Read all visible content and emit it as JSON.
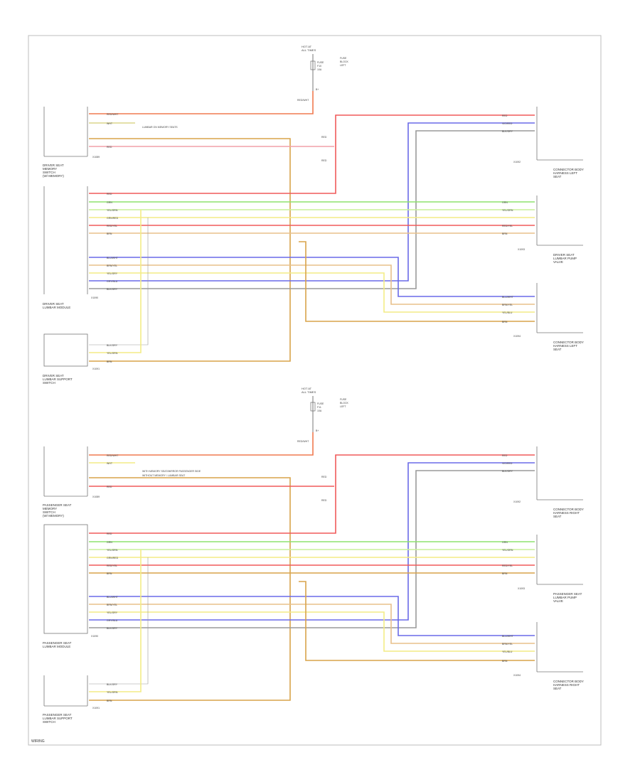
{
  "footer": "WIRING",
  "colors": {
    "red": "#f05a5a",
    "pink": "#f2a0a8",
    "green": "#8de26e",
    "light_green": "#c8f09a",
    "yellow": "#f3ec86",
    "tan": "#e8c08a",
    "orange_brown": "#d9a34a",
    "blue": "#6a6ae8",
    "light_blue": "#b0b6f2",
    "gray": "#9a9a9a",
    "black": "#333333"
  },
  "power": {
    "top": {
      "label_1": "HOT AT",
      "label_2": "ALL TIMES",
      "fuse_1": "FUSE",
      "fuse_2": "F10",
      "fuse_3": "10A",
      "note_1": "FUSE",
      "note_2": "BLOCK",
      "note_3": "LEFT",
      "bus": "B+",
      "wire": "RED/WHT"
    },
    "bottom": {
      "label_1": "HOT AT",
      "label_2": "ALL TIMES",
      "fuse_1": "FUSE",
      "fuse_2": "F11",
      "fuse_3": "10A",
      "note_1": "FUSE",
      "note_2": "BLOCK",
      "note_3": "LEFT",
      "bus": "B+",
      "wire": "RED/WHT"
    }
  },
  "components": {
    "top_switch": {
      "l1": "DRIVER SEAT",
      "l2": "MEMORY",
      "l3": "SWITCH",
      "l4": "(W/ MEMORY)"
    },
    "top_lumbar_module": {
      "l1": "DRIVER SEAT",
      "l2": "LUMBAR MODULE"
    },
    "top_lumbar_switch": {
      "l1": "DRIVER SEAT",
      "l2": "LUMBAR SUPPORT",
      "l3": "SWITCH"
    },
    "top_right_1": {
      "l1": "CONNECTOR BODY",
      "l2": "HARNESS LEFT",
      "l3": "SEAT"
    },
    "top_right_2": {
      "l1": "DRIVER SEAT",
      "l2": "LUMBAR PUMP",
      "l3": "VALVE"
    },
    "top_right_3": {
      "l1": "CONNECTOR BODY",
      "l2": "HARNESS LEFT",
      "l3": "SEAT"
    },
    "bot_switch": {
      "l1": "PASSENGER SEAT",
      "l2": "MEMORY",
      "l3": "SWITCH",
      "l4": "(W/ MEMORY)"
    },
    "bot_lumbar_module": {
      "l1": "PASSENGER SEAT",
      "l2": "LUMBAR MODULE"
    },
    "bot_lumbar_switch": {
      "l1": "PASSENGER SEAT",
      "l2": "LUMBAR SUPPORT",
      "l3": "SWITCH"
    },
    "bot_right_1": {
      "l1": "CONNECTOR BODY",
      "l2": "HARNESS RIGHT",
      "l3": "SEAT"
    },
    "bot_right_2": {
      "l1": "PASSENGER SEAT",
      "l2": "LUMBAR PUMP",
      "l3": "VALVE"
    },
    "bot_right_3": {
      "l1": "CONNECTOR BODY",
      "l2": "HARNESS RIGHT",
      "l3": "SEAT"
    }
  },
  "notes": {
    "top": "LUMBAR ON MEMORY SEATS",
    "bottom_1": "WITH MEMORY SEAT/MIRROR PASSENGER SIDE",
    "bottom_2": "WITHOUT MEMORY / LUMBAR SEAT"
  },
  "connectors": {
    "x1": "X1089",
    "x2": "X1090",
    "x3": "X1091",
    "x4": "X1092",
    "x5": "X1093",
    "x6": "X1094"
  },
  "wire_labels": {
    "red": "RED",
    "red_wht": "RED/WHT",
    "wht": "WHT",
    "grn": "GRN",
    "yel_grn": "YEL/GRN",
    "red_yel": "RED/YEL",
    "grn_red": "GRN/RED",
    "vio_red": "VIO/RED",
    "blu_wht": "BLU/WHT",
    "yel_blu": "YEL/BLU",
    "brn_yel": "BRN/YEL",
    "yel_gry": "YEL/GRY",
    "gry_blu": "GRY/BLU",
    "blk_gry": "BLK/GRY",
    "brn": "BRN",
    "blk": "BLK"
  }
}
